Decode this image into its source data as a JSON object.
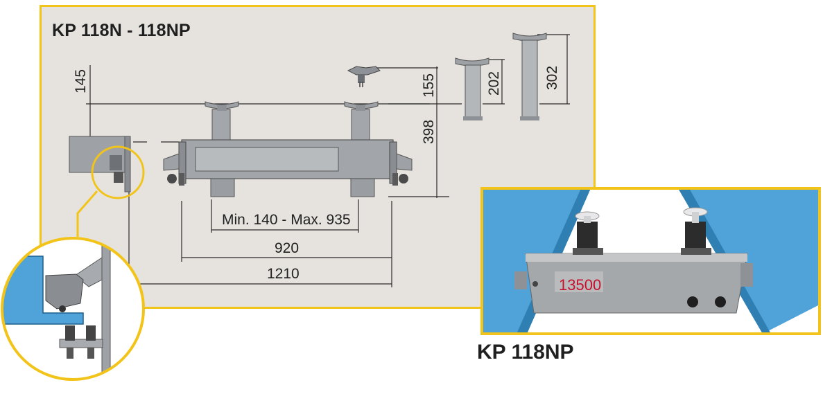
{
  "diagram": {
    "title": "KP 118N - 118NP",
    "photo_caption": "KP 118NP",
    "photo_plate_text": "13500",
    "dimensions": {
      "top_offset": "145",
      "pad_lift": "155",
      "height": "398",
      "extension_short": "202",
      "extension_long": "302",
      "span_range": "Min. 140 - Max. 935",
      "inner_width": "920",
      "overall_width": "1210"
    }
  },
  "colors": {
    "frame_accent": "#f2c41a",
    "panel_background": "#e6e3df",
    "beam_grey": "#9a9ea2",
    "runway_blue": "#4fa3d9"
  }
}
